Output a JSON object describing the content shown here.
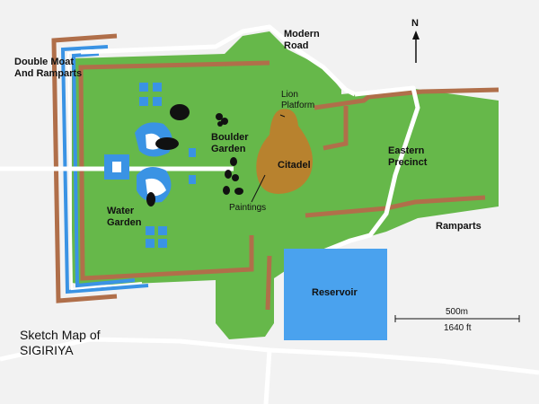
{
  "map": {
    "title_line1": "Sketch Map of",
    "title_line2": "SIGIRIYA",
    "north": "N",
    "labels": {
      "modern_road": "Modern\nRoad",
      "double_moat": "Double Moat\nAnd Ramparts",
      "lion_platform": "Lion\nPlatform",
      "boulder_garden": "Boulder\nGarden",
      "citadel": "Citadel",
      "eastern_precinct": "Eastern\nPrecinct",
      "water_garden": "Water\nGarden",
      "paintings": "Paintings",
      "ramparts": "Ramparts",
      "reservoir": "Reservoir"
    },
    "scale": {
      "metric": "500m",
      "imperial": "1640 ft"
    },
    "colors": {
      "background": "#f2f2f2",
      "grass": "#66b84a",
      "rampart": "#b06f4a",
      "moat": "#3a93e4",
      "road": "#ffffff",
      "rock": "#b8822e",
      "reservoir": "#4aa2ee",
      "boulder": "#111111"
    }
  }
}
